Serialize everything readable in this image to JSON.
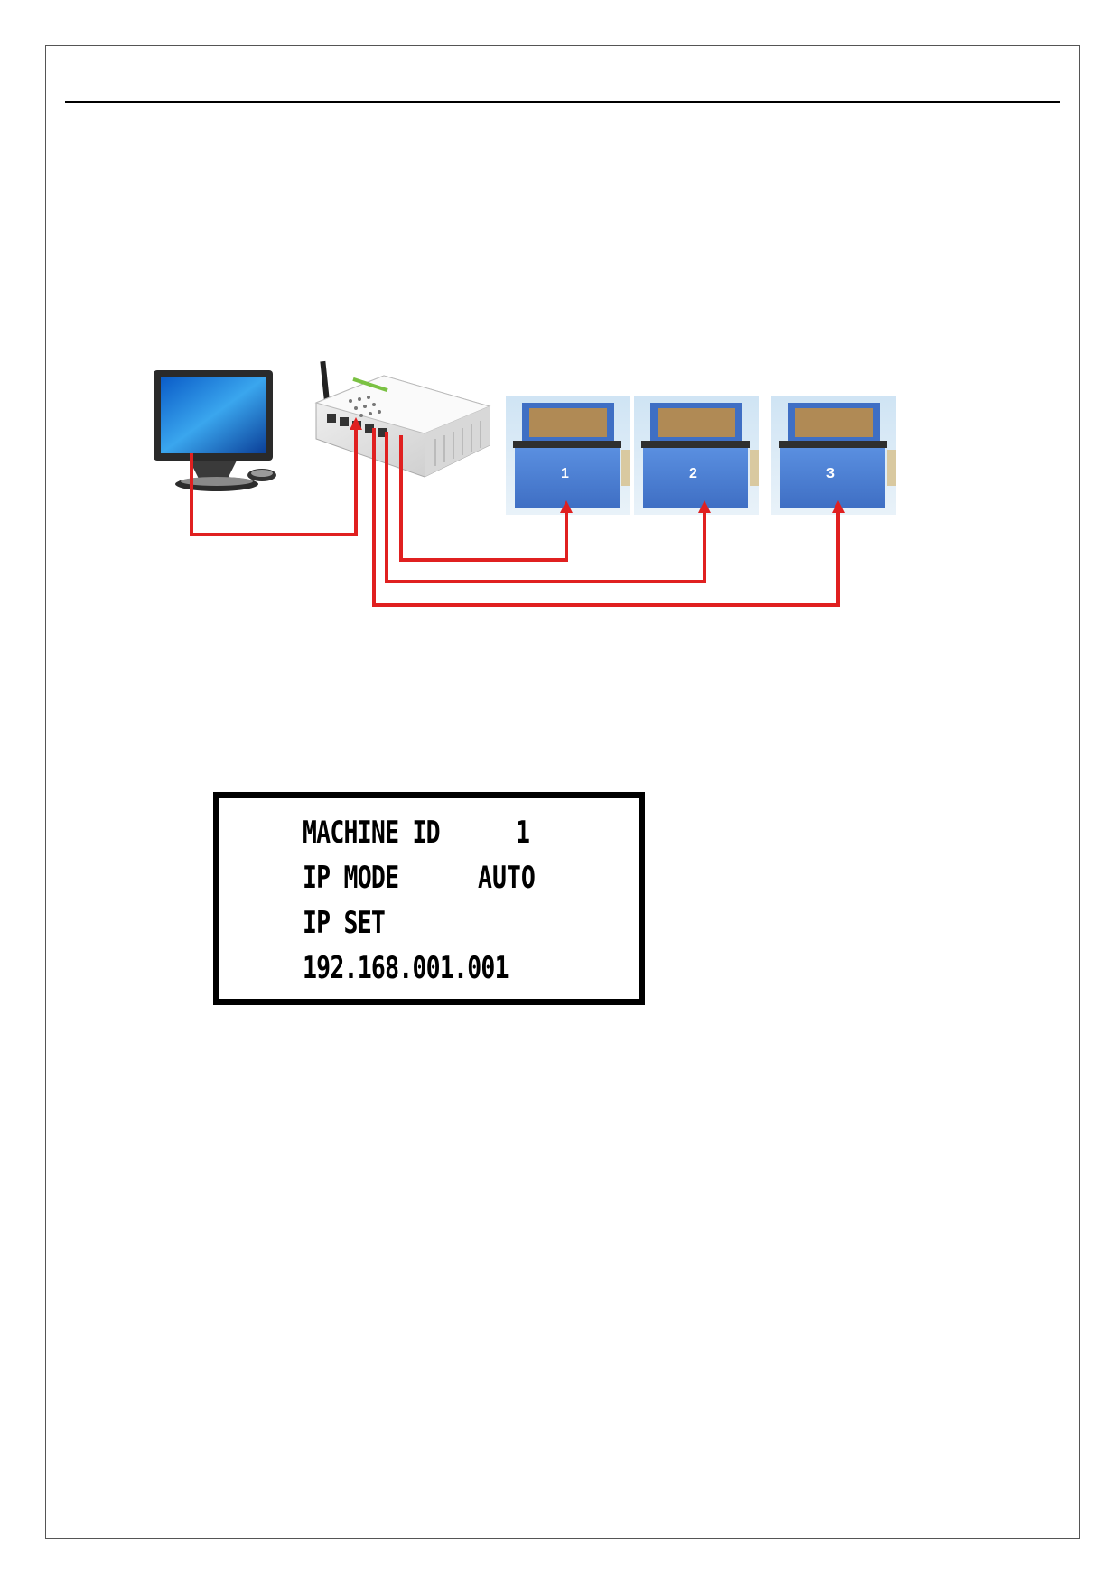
{
  "diagram": {
    "machines": [
      {
        "label": "1"
      },
      {
        "label": "2"
      },
      {
        "label": "3"
      }
    ],
    "cable_color": "#e02020",
    "icons": [
      "computer-icon",
      "router-icon",
      "laser-machine-icon"
    ]
  },
  "lcd": {
    "machine_id_label": "MACHINE ID",
    "machine_id_value": "1",
    "ip_mode_label": "IP MODE",
    "ip_mode_value": "AUTO",
    "ip_set_label": "IP SET",
    "ip_address": "192.168.001.001"
  }
}
